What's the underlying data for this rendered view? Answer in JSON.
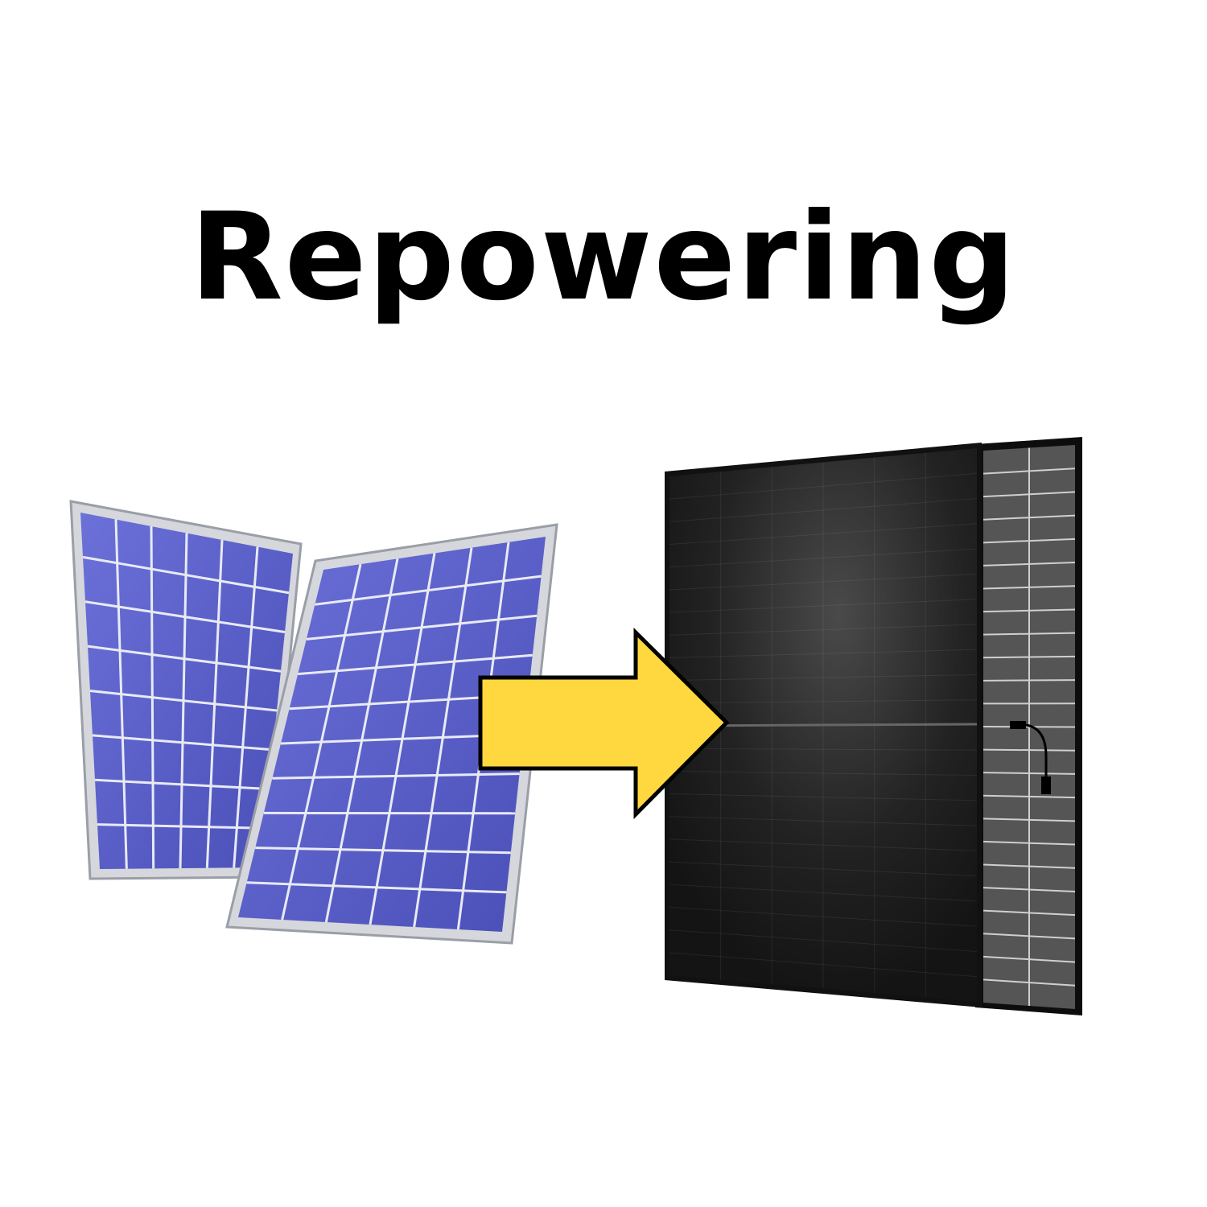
{
  "title": "Repowering",
  "colors": {
    "arrow_fill": "#FFD83F",
    "old_panel_cells": "#5a5fc8",
    "old_panel_frame": "#c9ccd2",
    "new_panel": "#1e1e1e"
  },
  "illustration": {
    "left": "old-blue-solar-panels",
    "middle": "arrow-right-icon",
    "right": "new-black-solar-panel"
  }
}
